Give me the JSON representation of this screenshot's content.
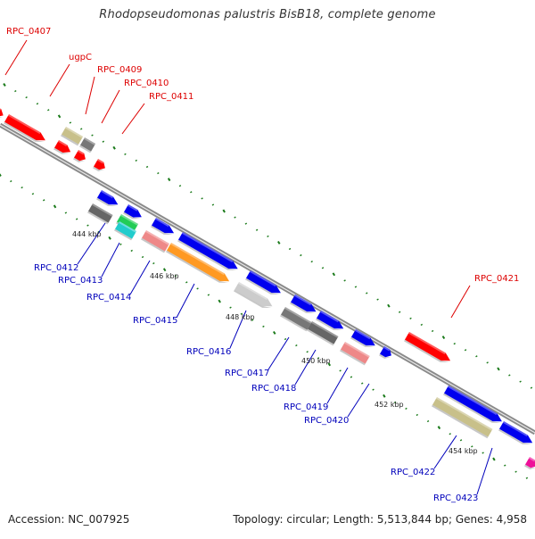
{
  "title": "Rhodopseudomonas palustris BisB18, complete genome",
  "accession": "Accession: NC_007925",
  "summary": "Topology: circular; Length: 5,513,844 bp; Genes: 4,958",
  "colors": {
    "forward_label": "#dd0000",
    "reverse_label": "#0000bb",
    "backbone": "#8a8a8a",
    "tick": "#1a7a1a"
  },
  "ticks": [
    "444 kbp",
    "446 kbp",
    "448 kbp",
    "450 kbp",
    "452 kbp",
    "454 kbp"
  ],
  "forward_genes": [
    "RPC_0407",
    "ugpC",
    "RPC_0409",
    "RPC_0410",
    "RPC_0411",
    "RPC_0421"
  ],
  "reverse_genes": [
    "RPC_0412",
    "RPC_0413",
    "RPC_0414",
    "RPC_0415",
    "RPC_0416",
    "RPC_0417",
    "RPC_0418",
    "RPC_0419",
    "RPC_0420",
    "RPC_0422",
    "RPC_0423"
  ]
}
